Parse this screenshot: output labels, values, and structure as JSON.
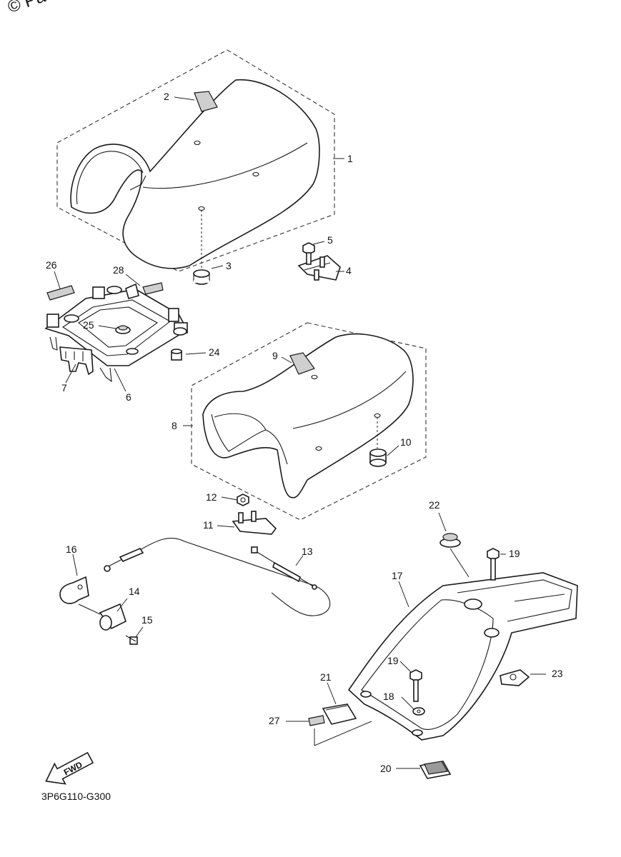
{
  "copyright": "© Pa",
  "diagram_code": "3P6G110-G300",
  "fwd_label": "FWD",
  "callouts": [
    {
      "id": "c1",
      "label": "1"
    },
    {
      "id": "c2",
      "label": "2"
    },
    {
      "id": "c3",
      "label": "3"
    },
    {
      "id": "c4",
      "label": "4"
    },
    {
      "id": "c5",
      "label": "5"
    },
    {
      "id": "c6",
      "label": "6"
    },
    {
      "id": "c7",
      "label": "7"
    },
    {
      "id": "c8",
      "label": "8"
    },
    {
      "id": "c9",
      "label": "9"
    },
    {
      "id": "c10",
      "label": "10"
    },
    {
      "id": "c11",
      "label": "11"
    },
    {
      "id": "c12",
      "label": "12"
    },
    {
      "id": "c13",
      "label": "13"
    },
    {
      "id": "c14",
      "label": "14"
    },
    {
      "id": "c15",
      "label": "15"
    },
    {
      "id": "c16",
      "label": "16"
    },
    {
      "id": "c17",
      "label": "17"
    },
    {
      "id": "c18",
      "label": "18"
    },
    {
      "id": "c19a",
      "label": "19"
    },
    {
      "id": "c19b",
      "label": "19"
    },
    {
      "id": "c20",
      "label": "20"
    },
    {
      "id": "c21",
      "label": "21"
    },
    {
      "id": "c22",
      "label": "22"
    },
    {
      "id": "c23",
      "label": "23"
    },
    {
      "id": "c24",
      "label": "24"
    },
    {
      "id": "c25",
      "label": "25"
    },
    {
      "id": "c26",
      "label": "26"
    },
    {
      "id": "c27",
      "label": "27"
    },
    {
      "id": "c28",
      "label": "28"
    }
  ]
}
